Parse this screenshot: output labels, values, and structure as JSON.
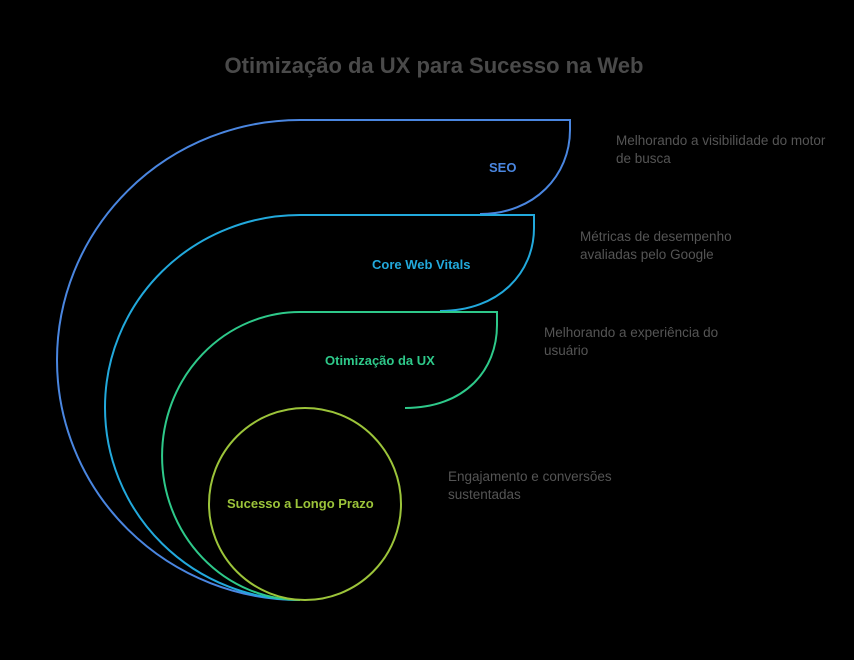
{
  "title": "Otimização da UX para Sucesso na Web",
  "layers": [
    {
      "label": "SEO",
      "description": "Melhorando a visibilidade do motor de busca",
      "color": "#4a86e0"
    },
    {
      "label": "Core Web Vitals",
      "description": "Métricas de desempenho avaliadas pelo Google",
      "color": "#22a9dc"
    },
    {
      "label": "Otimização da UX",
      "description": "Melhorando a experiência do usuário",
      "color": "#2ec98a"
    },
    {
      "label": "Sucesso a Longo Prazo",
      "description": "Engajamento e conversões sustentadas",
      "color": "#9cc43a"
    }
  ]
}
